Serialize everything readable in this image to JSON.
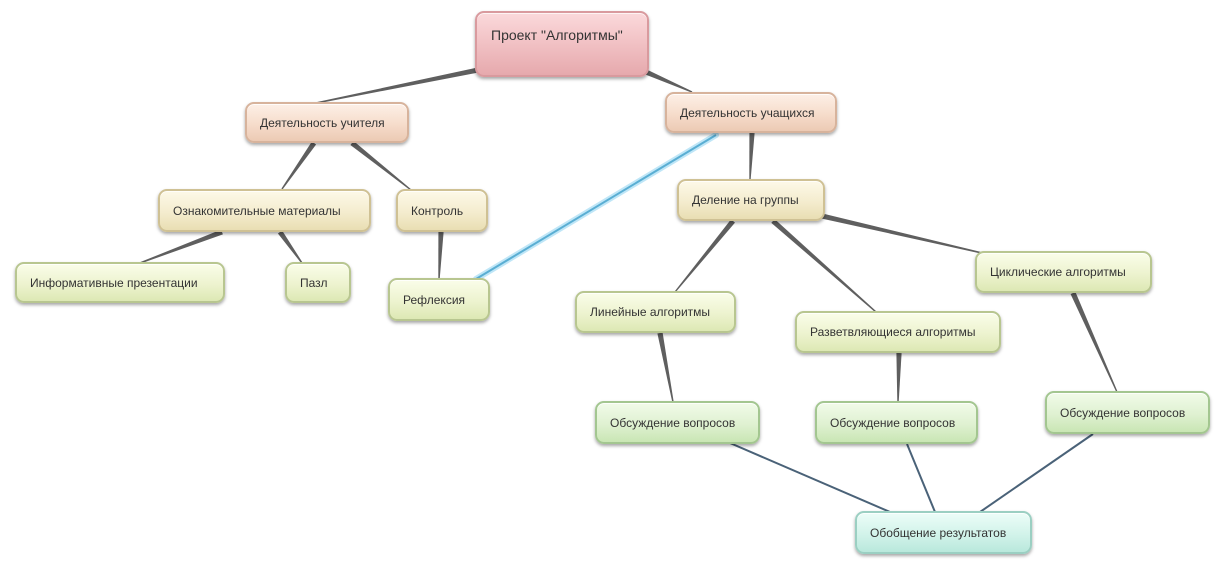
{
  "diagram": {
    "type": "mind-map",
    "nodes": [
      {
        "id": "root",
        "label": "Проект \"Алгоритмы\"",
        "style": "root"
      },
      {
        "id": "teacher",
        "label": "Деятельность учителя",
        "style": "peach"
      },
      {
        "id": "students",
        "label": "Деятельность учащихся",
        "style": "peach"
      },
      {
        "id": "intro",
        "label": "Ознакомительные материалы",
        "style": "cream"
      },
      {
        "id": "control",
        "label": "Контроль",
        "style": "cream"
      },
      {
        "id": "groups",
        "label": "Деление на группы",
        "style": "cream"
      },
      {
        "id": "presentations",
        "label": "Информативные презентации",
        "style": "lime"
      },
      {
        "id": "puzzle",
        "label": "Пазл",
        "style": "lime"
      },
      {
        "id": "reflection",
        "label": "Рефлексия",
        "style": "lime"
      },
      {
        "id": "linear",
        "label": "Линейные алгоритмы",
        "style": "lime"
      },
      {
        "id": "branching",
        "label": "Разветвляющиеся алгоритмы",
        "style": "lime"
      },
      {
        "id": "cyclic",
        "label": "Циклические алгоритмы",
        "style": "lime"
      },
      {
        "id": "discuss1",
        "label": "Обсуждение вопросов",
        "style": "green"
      },
      {
        "id": "discuss2",
        "label": "Обсуждение вопросов",
        "style": "green"
      },
      {
        "id": "discuss3",
        "label": "Обсуждение вопросов",
        "style": "green"
      },
      {
        "id": "summary",
        "label": "Обобщение результатов",
        "style": "cyan"
      }
    ],
    "edges": [
      {
        "from": "root",
        "to": "teacher",
        "kind": "branch"
      },
      {
        "from": "root",
        "to": "students",
        "kind": "branch"
      },
      {
        "from": "teacher",
        "to": "intro",
        "kind": "branch"
      },
      {
        "from": "teacher",
        "to": "control",
        "kind": "branch"
      },
      {
        "from": "intro",
        "to": "presentations",
        "kind": "branch"
      },
      {
        "from": "intro",
        "to": "puzzle",
        "kind": "branch"
      },
      {
        "from": "control",
        "to": "reflection",
        "kind": "branch"
      },
      {
        "from": "students",
        "to": "groups",
        "kind": "branch"
      },
      {
        "from": "students",
        "to": "reflection",
        "kind": "relationship"
      },
      {
        "from": "groups",
        "to": "linear",
        "kind": "branch"
      },
      {
        "from": "groups",
        "to": "branching",
        "kind": "branch"
      },
      {
        "from": "groups",
        "to": "cyclic",
        "kind": "branch"
      },
      {
        "from": "linear",
        "to": "discuss1",
        "kind": "branch"
      },
      {
        "from": "branching",
        "to": "discuss2",
        "kind": "branch"
      },
      {
        "from": "cyclic",
        "to": "discuss3",
        "kind": "branch"
      },
      {
        "from": "discuss1",
        "to": "summary",
        "kind": "link"
      },
      {
        "from": "discuss2",
        "to": "summary",
        "kind": "link"
      },
      {
        "from": "discuss3",
        "to": "summary",
        "kind": "link"
      }
    ]
  },
  "colors": {
    "branch_line": "#5f5f5f",
    "relationship_line": "#5aaed3",
    "relationship_glow": "#bfe6f7",
    "link_line": "#4a6278",
    "text": "#333333"
  }
}
